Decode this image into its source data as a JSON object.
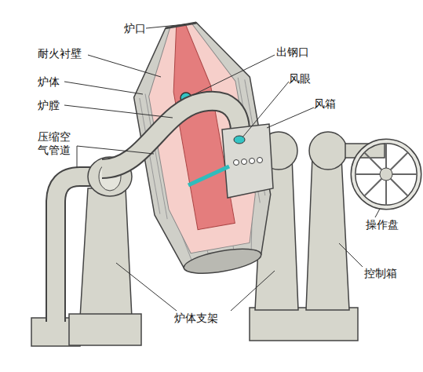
{
  "diagram": {
    "labels": [
      "炉口",
      "耐火衬壁",
      "炉体",
      "炉膛",
      "压缩空 气管道",
      "出钢口",
      "风眼",
      "风箱",
      "操作盘",
      "控制箱",
      "炉体支架"
    ]
  }
}
